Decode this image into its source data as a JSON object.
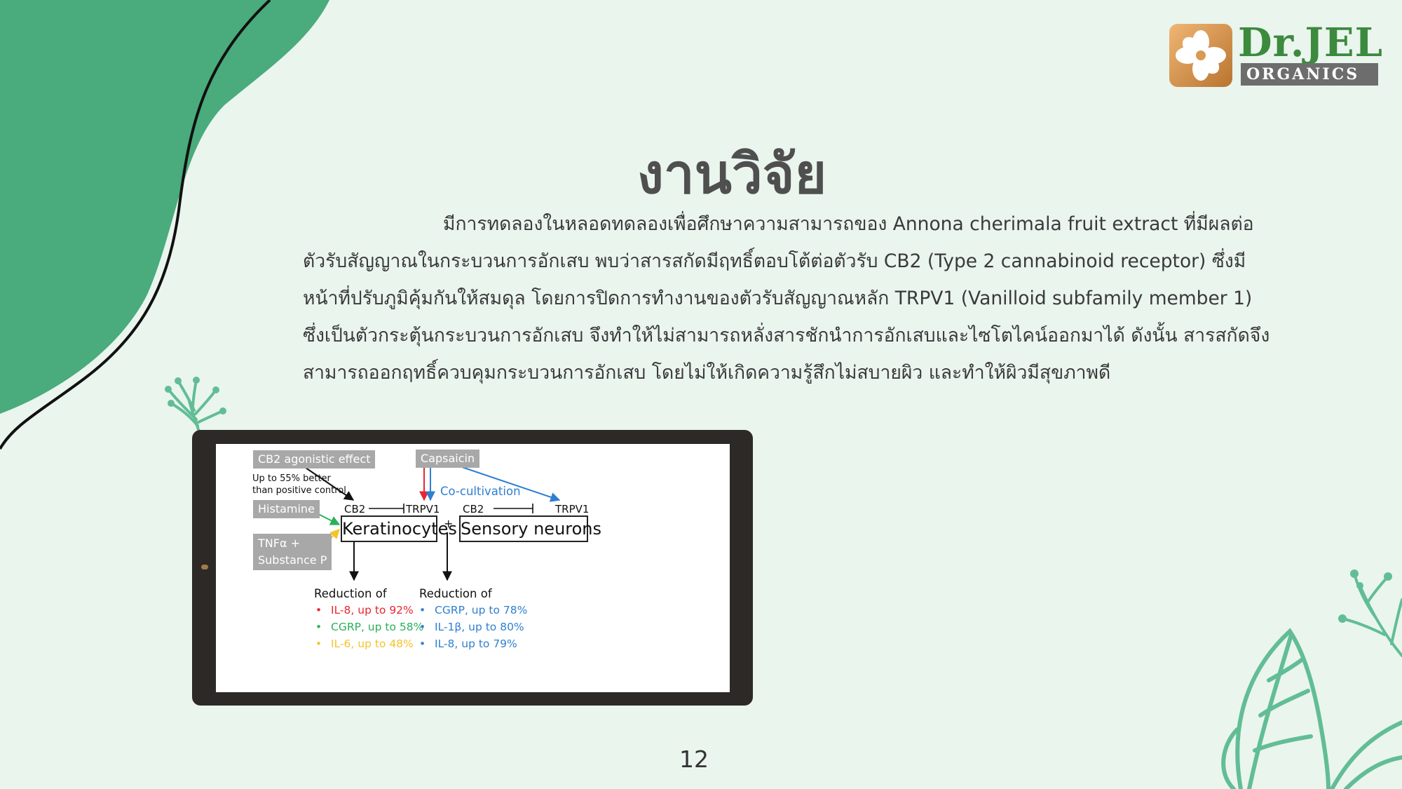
{
  "slide": {
    "title": "งานวิจัย",
    "page_number": "12",
    "paragraph_lines": [
      "มีการทดลองในหลอดทดลองเพื่อศึกษาความสามารถของ Annona cherimala fruit extract ที่มีผลต่อ",
      "ตัวรับสัญญาณในกระบวนการอักเสบ พบว่าสารสกัดมีฤทธิ์ตอบโต้ต่อตัวรับ CB2 (Type 2 cannabinoid receptor) ซึ่งมี",
      "หน้าที่ปรับภูมิคุ้มกันให้สมดุล โดยการปิดการทำงานของตัวรับสัญญาณหลัก TRPV1 (Vanilloid subfamily member 1)",
      "ซึ่งเป็นตัวกระตุ้นกระบวนการอักเสบ จึงทำให้ไม่สามารถหลั่งสารชักนำการอักเสบและไซโตไคน์ออกมาได้ ดังนั้น สารสกัดจึง",
      "สามารถออกฤทธิ์ควบคุมกระบวนการอักเสบ โดยไม่ให้เกิดความรู้สึกไม่สบายผิว และทำให้ผิวมีสุขภาพดี"
    ]
  },
  "logo": {
    "brand": "Dr.JEL",
    "sub": "ORGANICS"
  },
  "diagram": {
    "tags": {
      "cb2_agonistic": "CB2 agonistic effect",
      "capsaicin": "Capsaicin",
      "histamine": "Histamine",
      "tnf_line1": "TNFα +",
      "tnf_line2": "Substance P"
    },
    "note_line1": "Up to 55% better",
    "note_line2": "than positive control",
    "co_cultivation": "Co-cultivation",
    "plus": "+",
    "keratinocytes": {
      "box": "Keratinocytes",
      "cb2": "CB2",
      "trpv1": "TRPV1"
    },
    "sensory": {
      "box": "Sensory neurons",
      "cb2": "CB2",
      "trpv1": "TRPV1"
    },
    "reduction_left": {
      "heading": "Reduction of",
      "items": [
        {
          "text": "IL-8, up to 92%",
          "color": "#e8262f"
        },
        {
          "text": "CGRP, up to 58%",
          "color": "#2ab05a"
        },
        {
          "text": "IL-6, up to 48%",
          "color": "#f5c32a"
        }
      ]
    },
    "reduction_right": {
      "heading": "Reduction of",
      "items": [
        {
          "text": "CGRP, up to 78%",
          "color": "#2f7fd0"
        },
        {
          "text": "IL-1β, up to 80%",
          "color": "#2f7fd0"
        },
        {
          "text": "IL-8, up to 79%",
          "color": "#2f7fd0"
        }
      ]
    },
    "bullet": "•"
  },
  "colors": {
    "background": "#eaf5ee",
    "green_blob": "#4aab7c",
    "leaf": "#62bd95",
    "arrow_red": "#e8262f",
    "arrow_green": "#2ab05a",
    "arrow_yellow": "#f5c32a",
    "arrow_blue": "#2f7fd0"
  }
}
